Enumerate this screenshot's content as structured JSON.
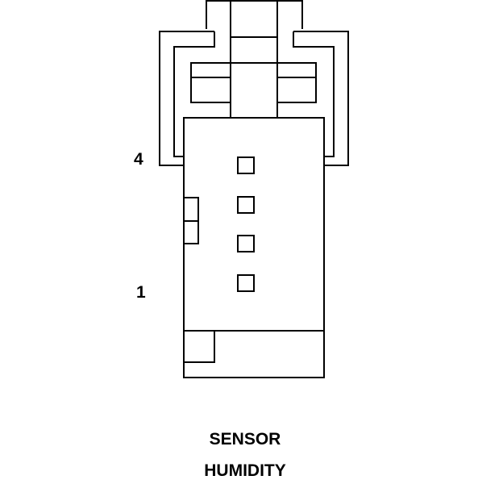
{
  "diagram": {
    "pin_labels": {
      "top": "4",
      "bottom": "1"
    },
    "caption": {
      "line1": "SENSOR",
      "line2": "HUMIDITY"
    },
    "colors": {
      "stroke": "#000000",
      "background": "#ffffff",
      "text": "#000000"
    },
    "cavity_count": 4
  }
}
